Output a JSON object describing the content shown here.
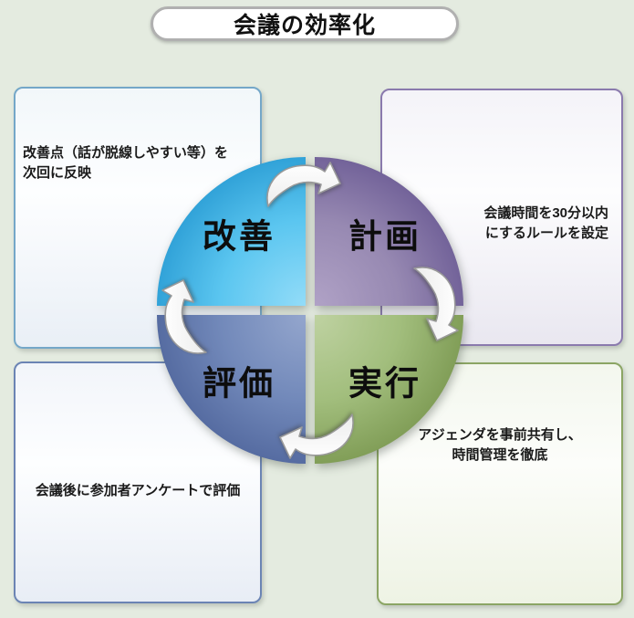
{
  "page": {
    "background_color": "#e4ebe0"
  },
  "title": {
    "text": "会議の効率化"
  },
  "cycle": {
    "quadrants": [
      {
        "id": "act",
        "label": "改善",
        "position": "top-left",
        "color": "#5bc6f0"
      },
      {
        "id": "plan",
        "label": "計画",
        "position": "top-right",
        "color": "#9789b2"
      },
      {
        "id": "do",
        "label": "実行",
        "position": "bottom-right",
        "color": "#a2be7d"
      },
      {
        "id": "check",
        "label": "評価",
        "position": "bottom-left",
        "color": "#7289ba"
      }
    ],
    "arrows": [
      {
        "id": "act-to-plan",
        "direction": "clockwise",
        "at": "top"
      },
      {
        "id": "plan-to-do",
        "direction": "clockwise",
        "at": "right"
      },
      {
        "id": "do-to-check",
        "direction": "clockwise",
        "at": "bottom"
      },
      {
        "id": "check-to-act",
        "direction": "clockwise",
        "at": "left"
      }
    ]
  },
  "notes": {
    "improve": {
      "text": "改善点（話が脱線しやすい等）を次回に反映",
      "border_color": "#74a7c8"
    },
    "plan": {
      "text": "会議時間を30分以内\nにするルールを設定",
      "border_color": "#8a7aad"
    },
    "check": {
      "text": "会議後に参加者アンケートで評価",
      "border_color": "#6b84b4"
    },
    "do": {
      "text": "アジェンダを事前共有し、\n時間管理を徹底",
      "border_color": "#8ba564"
    }
  }
}
